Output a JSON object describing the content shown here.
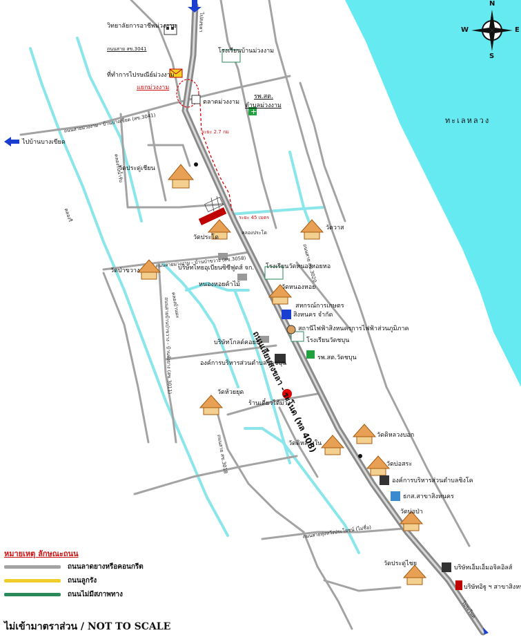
{
  "colors": {
    "sea": "#66eaf2",
    "road_paved": "#a3a3a3",
    "road_laterite": "#f2cc2b",
    "road_unimproved": "#2a8a5a",
    "canal": "#8ae6ea",
    "route_marker": "#e00000",
    "highway": "#8a8a8a"
  },
  "compass": {
    "n": "N",
    "s": "S",
    "e": "E",
    "w": "W"
  },
  "sea_label": "ทะเลหลวง",
  "labels": {
    "college": "วิทยาลัยการอาชีพม่วงงาม",
    "road_3041": "ถนนสาย สข.3041",
    "post_office": "ที่ทำการไปรษณีย์ม่วงงาม",
    "junction": "แยกม่วงงาม",
    "road_main_north": "ถนนสายม่วงงาม - บ้านบางเขียด (สข.3041)",
    "to_bangkhiad": "ไปบ้านบางเขียด",
    "school_muangngam": "โรงเรียนบ้านม่วงงาม",
    "hospital_1_a": "รพ.สต.",
    "hospital_1_b": "ตำบลม่วงงาม",
    "market": "ตลาดม่วงงาม",
    "dist_27": "ระยะ 2.7 กม",
    "canal_west_1": "คลองรับน้ำรับ",
    "canal_far": "คลองรี",
    "wat_pradu_chian": "วัดประดู่เชียน",
    "dist_45": "ระยะ 45 เมตร",
    "wat_prado": "วัดประโด",
    "canal_prado": "คลองประโด",
    "wat_wasa": "วัดวาส",
    "road_3020": "ถนนสาย สข.3020",
    "wat_pakhwang": "วัดป่าขวาง",
    "road_pakhwang": "ถนนสายม่วงงาม - บ้านป่าขวาง (สข.3058)",
    "company_1": "บริษัทไทยอุเบียนซิซีฟูดส์ จก.",
    "nong_hoi": "หนองหอยค้าไม้",
    "school_wat_nong_hoi": "โรงเรียนวัดหนองหอยหอ",
    "wat_nong_hoi": "วัดหนองหอย",
    "coop_a": "สหกรณ์การเกษตร",
    "coop_b": "สิงหนคร จำกัด",
    "pea": "สถานีไฟฟ้าสิงหนครการไฟฟ้าส่วนภูมิภาค",
    "school_chatchabun": "โรงเรียนวัดชบุน",
    "company_2": "บริษัทโกลด์คอยน์",
    "canal_2": "คลองบ้านมะ",
    "highway": "ถนนเลียบสงขลา - ระโนด (ทล 408)",
    "road_west_1": "ถนนสายบ้านป่าขวาง - บ้านพังยาง (สข.3011)",
    "hospital_2": "รพ.สต.วัดชบุน",
    "tambon_org_1": "องค์การบริหารส่วนตำบลวัดชบุน",
    "wat_huayyut": "วัดห้วยยุด",
    "noodle_shop": "ร้านเตี๋ยวไต้ม่วง",
    "wat_dilhuangbok": "วัดดิหลวงบอก",
    "wat_dilhuangnai": "วัดดิหลวงใน",
    "road_3018": "ถนนสาย สข.3018",
    "wat_bobo": "วัดบ่อสระ",
    "tambon_org_2": "องค์การบริหารส่วนตำบลชิงโค",
    "bank": "ธกส.สาขาสิงหนคร",
    "wat_bopa": "วัดบ่อป่า",
    "road_south": "ถนนสายทุ่งหวังประโยชน์ (ไม่ชื่อ)",
    "wat_pradu_chai": "วัดประดู่ไชย",
    "company_3": "บริษัทเอ็มเอ็มอจิคอิลส์",
    "company_4": "บริษัทอิฐู ฯ สาขาสิงหนคร",
    "to_songkhla": "ไปสงขลา",
    "to_ranot": "ไประโนด"
  },
  "legend": {
    "title": "หมายเหตุ ลักษณะถนน",
    "items": [
      {
        "label": "ถนนลาดยางหรือคอนกรีต",
        "color_key": "road_paved"
      },
      {
        "label": "ถนนลูกรัง",
        "color_key": "road_laterite"
      },
      {
        "label": "ถนนไม่มีสภาพทาง",
        "color_key": "road_unimproved"
      }
    ]
  },
  "footer": "ไม่เข้ามาตราส่วน  /  NOT TO SCALE"
}
